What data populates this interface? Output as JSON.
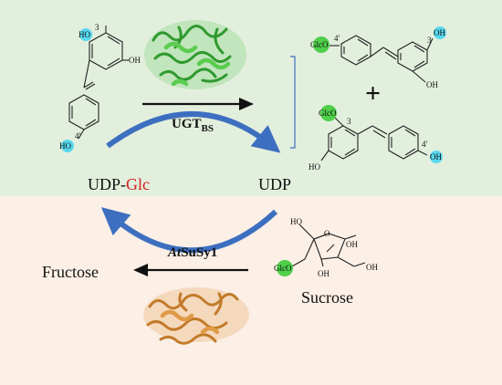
{
  "labels": {
    "udp_glc_prefix": "UDP-",
    "udp_glc_glc": "Glc",
    "udp": "UDP",
    "fructose": "Fructose",
    "sucrose": "Sucrose",
    "plus": "+",
    "ugt_main": "UGT",
    "ugt_sub": "BS",
    "atsusy_italic": "At",
    "atsusy_rest": "SuSy1"
  },
  "atoms": {
    "ho": "HO",
    "oh": "OH",
    "glc_o": "GlcO",
    "o": "O",
    "pos_3": "3",
    "pos_4p": "4'"
  },
  "colors": {
    "top_panel": "#e3efdd",
    "bottom_panel": "#fbefe6",
    "cycle_arrow": "#3d6fc0",
    "glc_text": "#d42020",
    "hydroxyl_marker": "#58d8ee",
    "glucose_marker": "#4fcf4a",
    "ugt_protein": "#3fb13f",
    "susy_protein": "#d18a35"
  }
}
